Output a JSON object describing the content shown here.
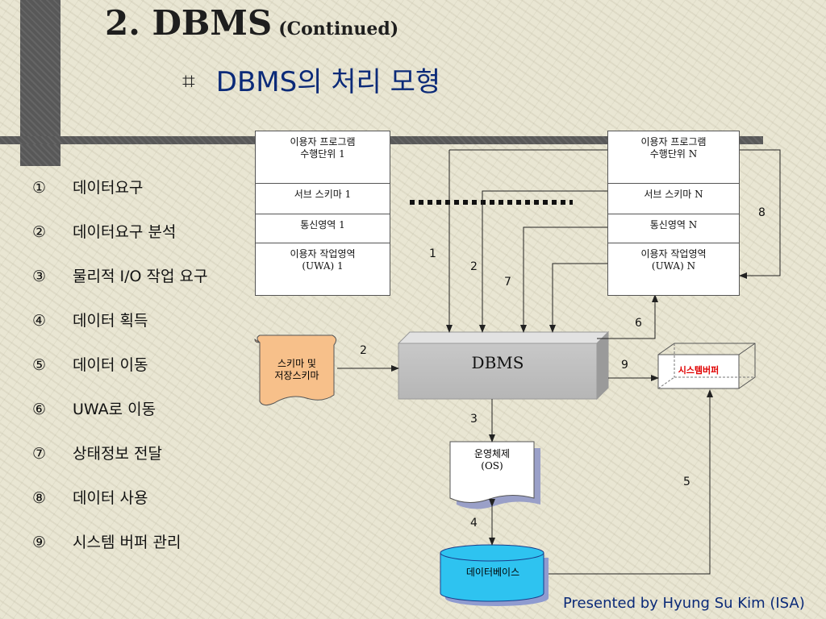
{
  "title": "2. DBMS",
  "title_suffix": "(Continued)",
  "subtitle_mark": "⌗",
  "subtitle": "DBMS의 처리 모형",
  "steps": [
    {
      "num": "①",
      "label": "데이터요구"
    },
    {
      "num": "②",
      "label": "데이터요구 분석"
    },
    {
      "num": "③",
      "label": "물리적 I/O 작업 요구"
    },
    {
      "num": "④",
      "label": "데이터 획득"
    },
    {
      "num": "⑤",
      "label": "데이터 이동"
    },
    {
      "num": "⑥",
      "label": "UWA로 이동"
    },
    {
      "num": "⑦",
      "label": "상태정보 전달"
    },
    {
      "num": "⑧",
      "label": "데이터 사용"
    },
    {
      "num": "⑨",
      "label": "시스템 버퍼 관리"
    }
  ],
  "unit1": {
    "program_line1": "이용자 프로그램",
    "program_line2": "수행단위 1",
    "subschema": "서브 스키마 1",
    "comm": "통신영역 1",
    "uwa_line1": "이용자 작업영역",
    "uwa_line2": "(UWA) 1"
  },
  "unitN": {
    "program_line1": "이용자 프로그램",
    "program_line2": "수행단위 N",
    "subschema": "서브 스키마 N",
    "comm": "통신영역 N",
    "uwa_line1": "이용자 작업영역",
    "uwa_line2": "(UWA) N"
  },
  "dbms": "DBMS",
  "schema_line1": "스키마 및",
  "schema_line2": "저장스키마",
  "os_line1": "운영체제",
  "os_line2": "(OS)",
  "database": "데이터베이스",
  "system_buffer": "시스템버퍼",
  "arrow_labels": {
    "a1": "1",
    "a2": "2",
    "a7": "7",
    "a8": "8",
    "a6": "6",
    "a2s": "2",
    "a9": "9",
    "a3": "3",
    "a5": "5",
    "a4": "4"
  },
  "footer": "Presented by Hyung Su Kim (ISA)",
  "colors": {
    "title_blue": "#0b2a78",
    "buffer_red": "#e00000",
    "schema_fill": "#f7c08a",
    "db_fill": "#2ec3f0"
  }
}
